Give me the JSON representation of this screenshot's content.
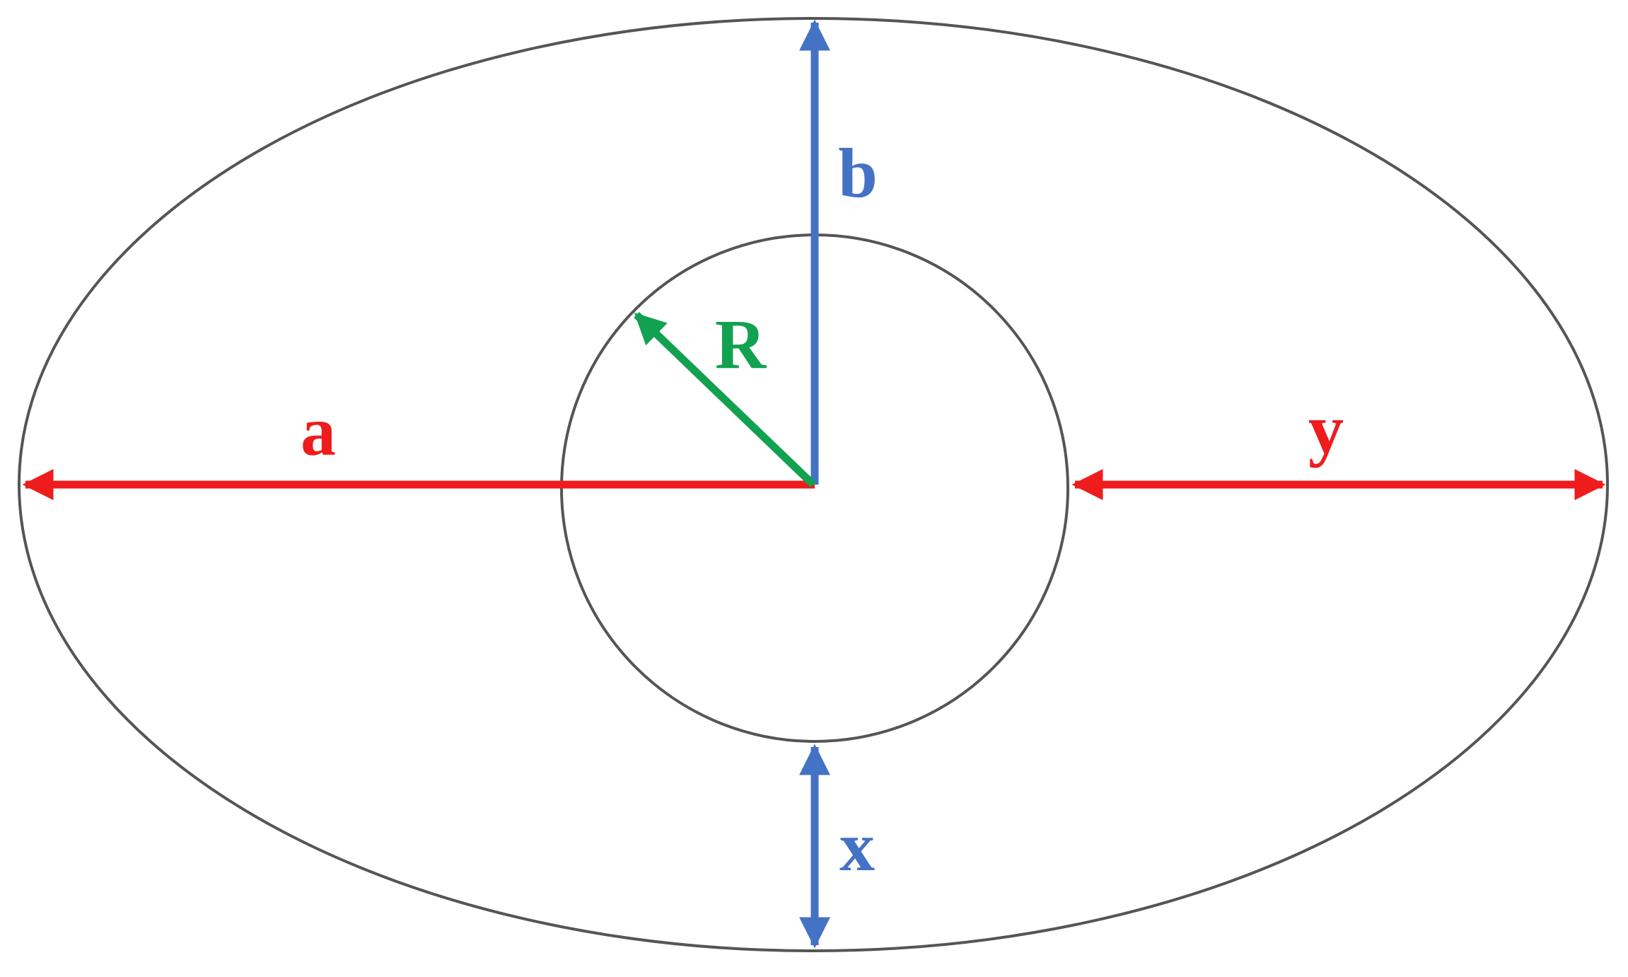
{
  "colors": {
    "background": "#ffffff",
    "outline": "#555555",
    "red": "#ee1c1c",
    "blue": "#4472c4",
    "green": "#12a150"
  },
  "labels": {
    "a": "a",
    "b": "b",
    "x": "x",
    "y": "y",
    "R": "R"
  }
}
